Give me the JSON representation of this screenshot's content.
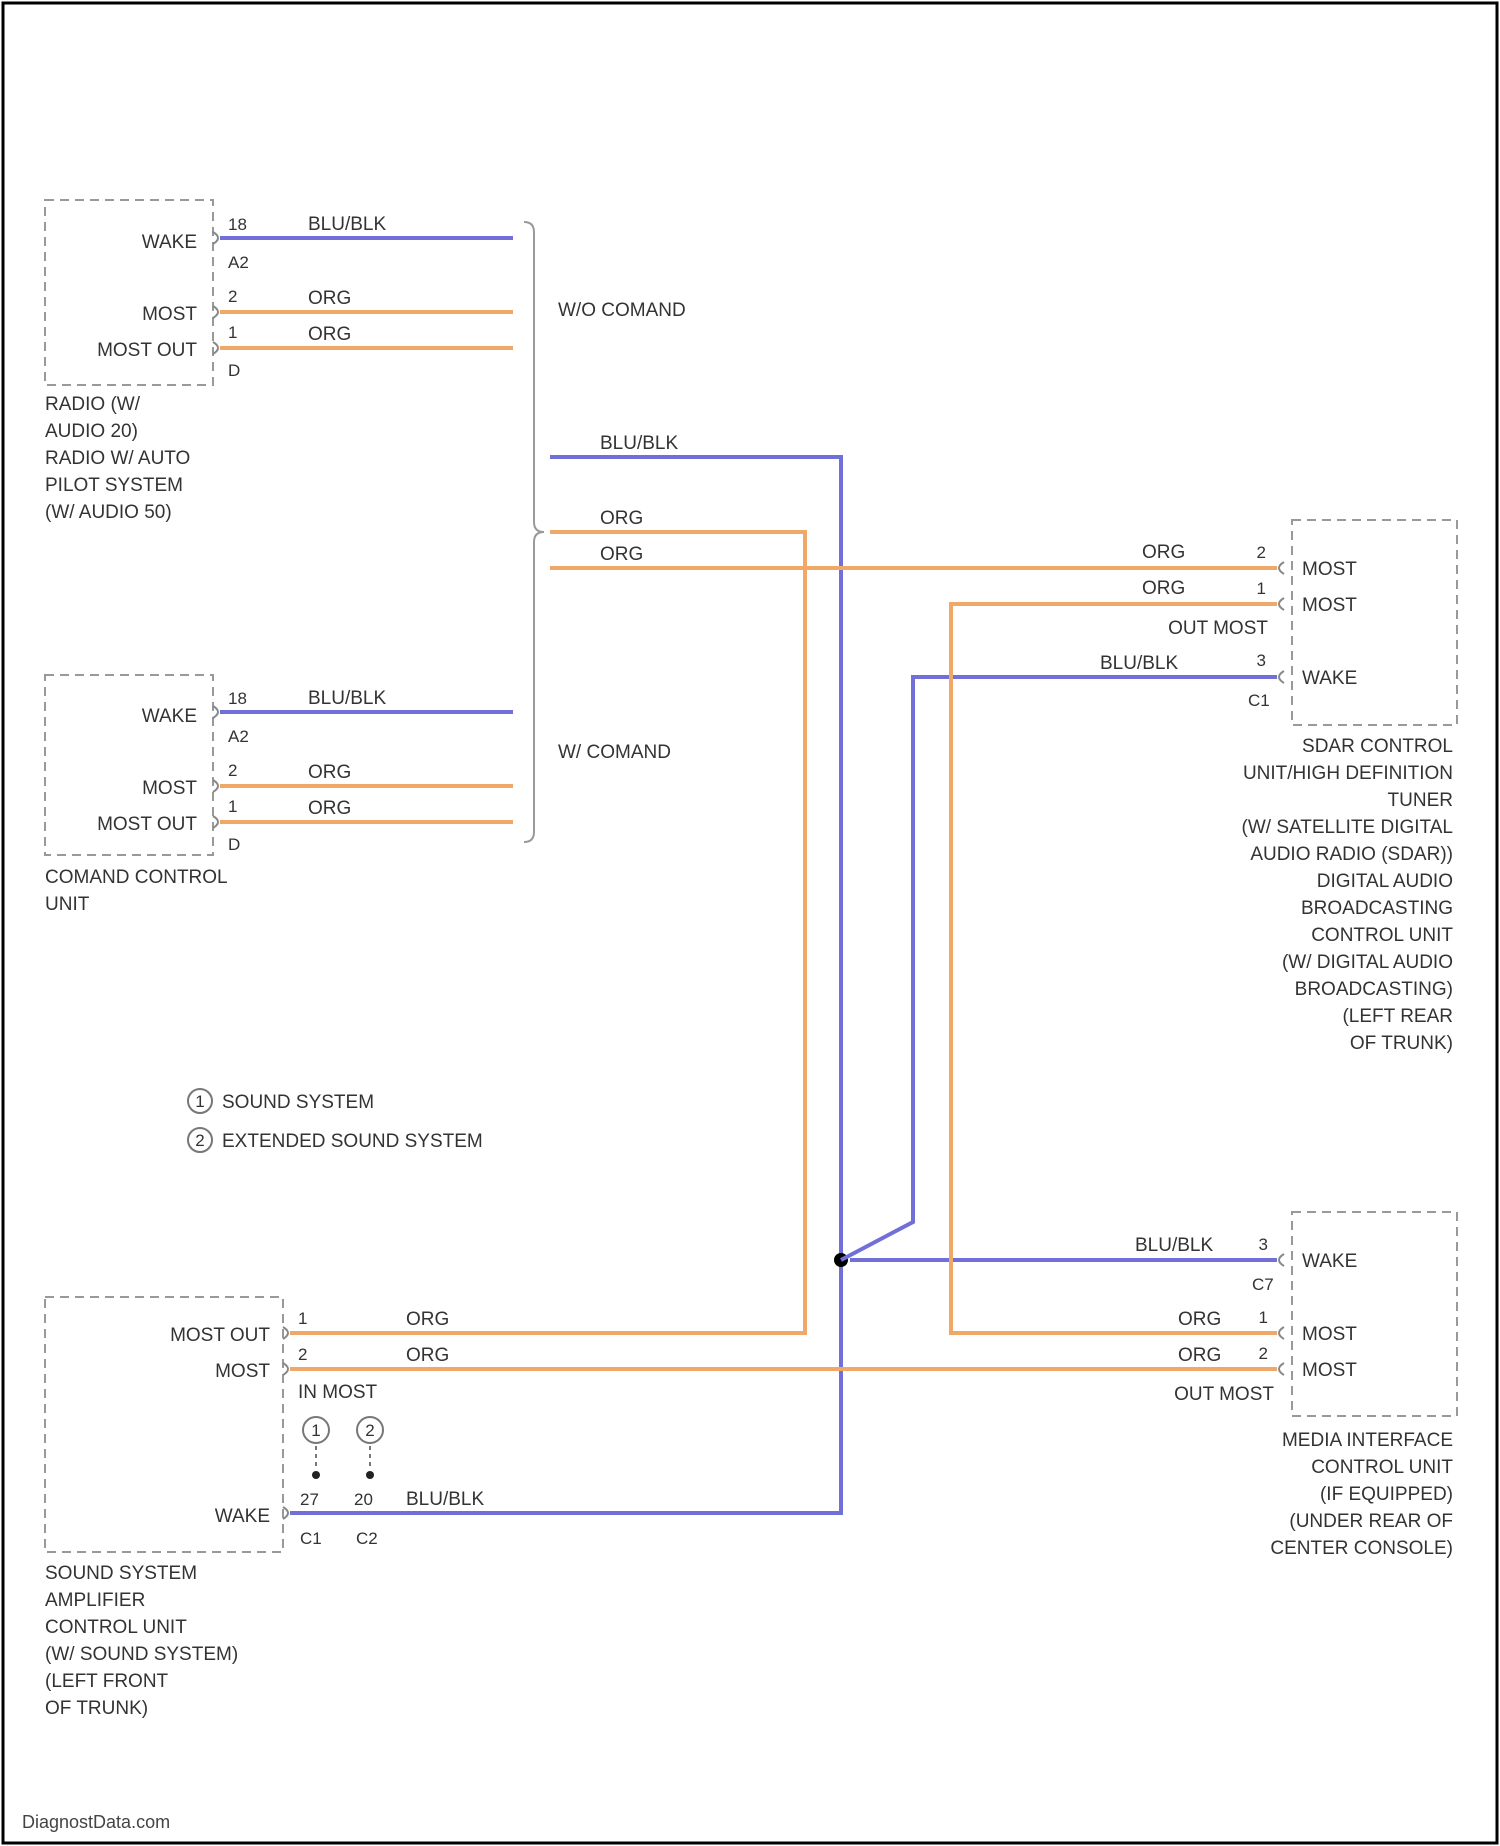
{
  "components": {
    "radio": {
      "pins": [
        "WAKE",
        "MOST",
        "MOST OUT"
      ],
      "pin_numbers": [
        "18",
        "A2",
        "2",
        "1",
        "D"
      ],
      "name_lines": [
        "RADIO (W/",
        "AUDIO 20)",
        "RADIO W/ AUTO",
        "PILOT SYSTEM",
        "(W/ AUDIO 50)"
      ]
    },
    "comand": {
      "pins": [
        "WAKE",
        "MOST",
        "MOST OUT"
      ],
      "pin_numbers": [
        "18",
        "A2",
        "2",
        "1",
        "D"
      ],
      "name_lines": [
        "COMAND CONTROL",
        "UNIT"
      ]
    },
    "sdar": {
      "pins": [
        "MOST",
        "MOST",
        "WAKE"
      ],
      "pin_numbers": [
        "2",
        "1",
        "3",
        "C1"
      ],
      "out_most": "OUT MOST",
      "name_lines": [
        "SDAR CONTROL",
        "UNIT/HIGH DEFINITION",
        "TUNER",
        "(W/ SATELLITE DIGITAL",
        "AUDIO RADIO (SDAR))",
        "DIGITAL AUDIO",
        "BROADCASTING",
        "CONTROL UNIT",
        "(W/ DIGITAL AUDIO",
        "BROADCASTING)",
        "(LEFT REAR",
        "OF TRUNK)"
      ]
    },
    "media": {
      "pins": [
        "WAKE",
        "MOST",
        "MOST"
      ],
      "pin_numbers": [
        "3",
        "C7",
        "1",
        "2"
      ],
      "out_most": "OUT MOST",
      "name_lines": [
        "MEDIA INTERFACE",
        "CONTROL UNIT",
        "(IF EQUIPPED)",
        "(UNDER REAR OF",
        "CENTER CONSOLE)"
      ]
    },
    "amplifier": {
      "pins": [
        "MOST OUT",
        "MOST",
        "WAKE"
      ],
      "pin_numbers": [
        "1",
        "2",
        "27",
        "20",
        "C1",
        "C2"
      ],
      "in_most": "IN MOST",
      "option_markers": [
        "1",
        "2"
      ],
      "name_lines": [
        "SOUND SYSTEM",
        "AMPLIFIER",
        "CONTROL UNIT",
        "(W/ SOUND SYSTEM)",
        "(LEFT FRONT",
        "OF TRUNK)"
      ]
    }
  },
  "groups": {
    "without_comand": "W/O COMAND",
    "with_comand": "W/ COMAND"
  },
  "wire_colors": {
    "blu_blk": "BLU/BLK",
    "org": "ORG",
    "blu_hex": "#7070d8",
    "org_hex": "#f0a868"
  },
  "legend": [
    {
      "marker": "1",
      "text": "SOUND SYSTEM"
    },
    {
      "marker": "2",
      "text": "EXTENDED SOUND SYSTEM"
    }
  ],
  "footer": "DiagnostData.com"
}
